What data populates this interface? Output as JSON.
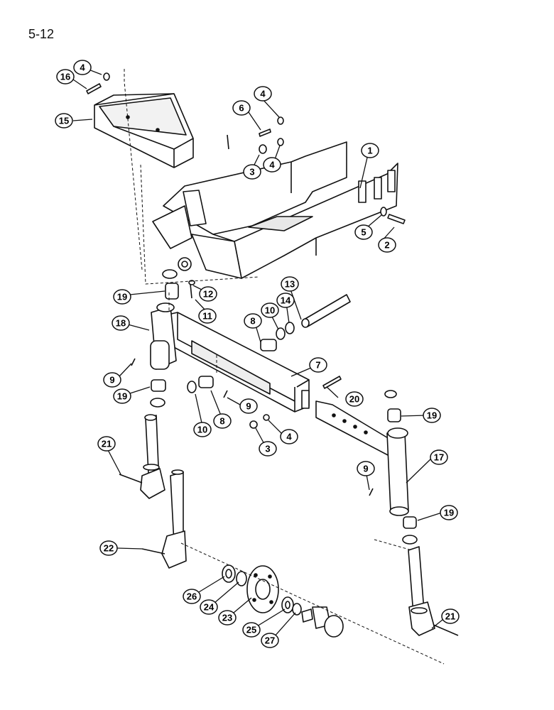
{
  "page_number": "5-12",
  "callout_labels": [
    "1",
    "2",
    "3",
    "4",
    "5",
    "6",
    "7",
    "8",
    "9",
    "10",
    "11",
    "12",
    "13",
    "14",
    "15",
    "16",
    "17",
    "18",
    "19",
    "20",
    "21",
    "22",
    "23",
    "24",
    "25",
    "26",
    "27"
  ],
  "ink_color": "#111111",
  "paper_color": "#ffffff"
}
